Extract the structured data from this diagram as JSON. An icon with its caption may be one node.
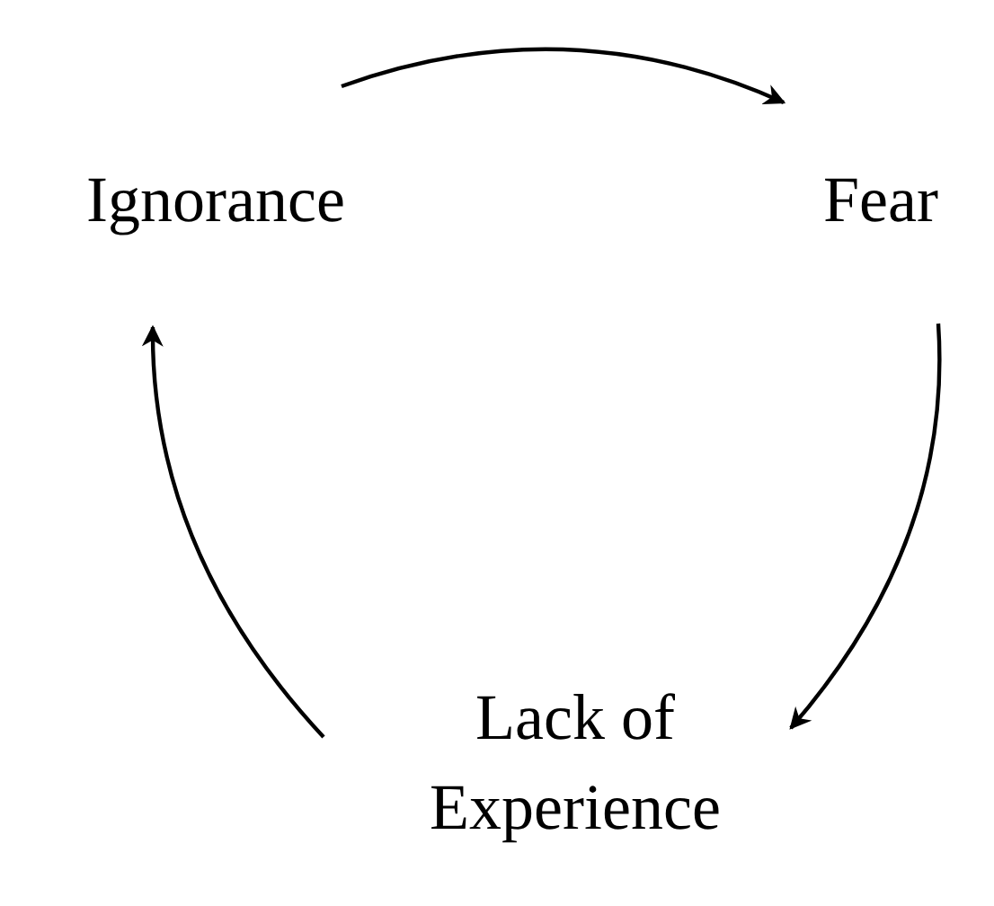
{
  "diagram": {
    "nodes": [
      {
        "text": [
          "Ignorance"
        ]
      },
      {
        "text": [
          "Fear"
        ]
      },
      {
        "text": [
          "Lack of Experience"
        ]
      }
    ],
    "edges": [
      {
        "from": 0,
        "to": 1,
        "arrow": "to"
      },
      {
        "from": 1,
        "to": 2,
        "arrow": "to"
      },
      {
        "from": 2,
        "to": 0,
        "arrow": "to"
      }
    ]
  }
}
